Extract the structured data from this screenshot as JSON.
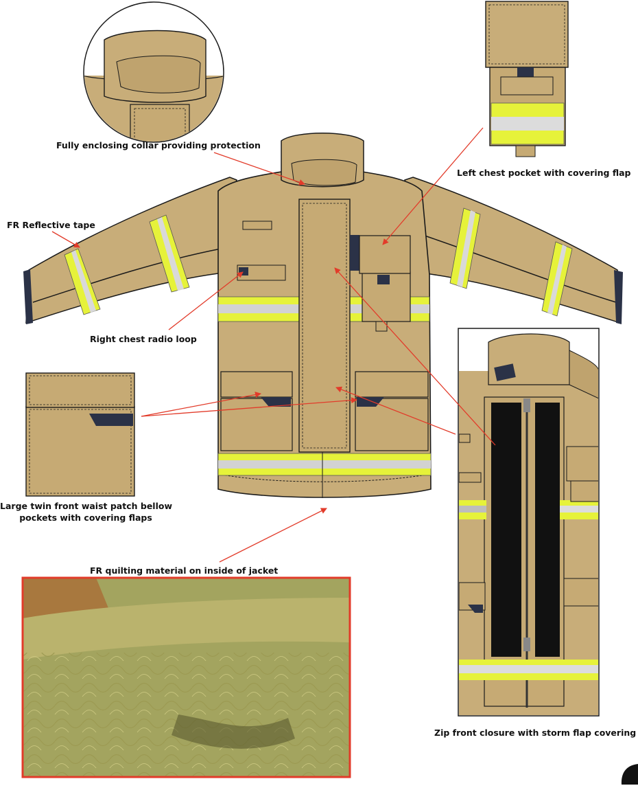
{
  "colors": {
    "fabric": "#c8ad79",
    "fabric_shadow": "#a88d5c",
    "reflective_yellow": "#e6f23a",
    "reflective_silver": "#b9b9b9",
    "navy": "#2b3247",
    "arrow": "#e23b2a",
    "zip_panel": "#111111",
    "quilt_frame": "#e23b2a",
    "quilt_fabric": "#b8b56a"
  },
  "labels": {
    "collar": "Fully enclosing collar providing protection",
    "chest_pocket": "Left chest pocket with covering flap",
    "reflective_tape": "FR Reflective tape",
    "radio_loop": "Right chest radio loop",
    "waist_pockets_line1": "Large twin front waist patch bellow",
    "waist_pockets_line2": "pockets with covering flaps",
    "quilting": "FR quilting material on inside of jacket",
    "zip_front": "Zip front closure with storm flap covering"
  },
  "icons": {
    "page_badge": "black-corner-badge"
  }
}
